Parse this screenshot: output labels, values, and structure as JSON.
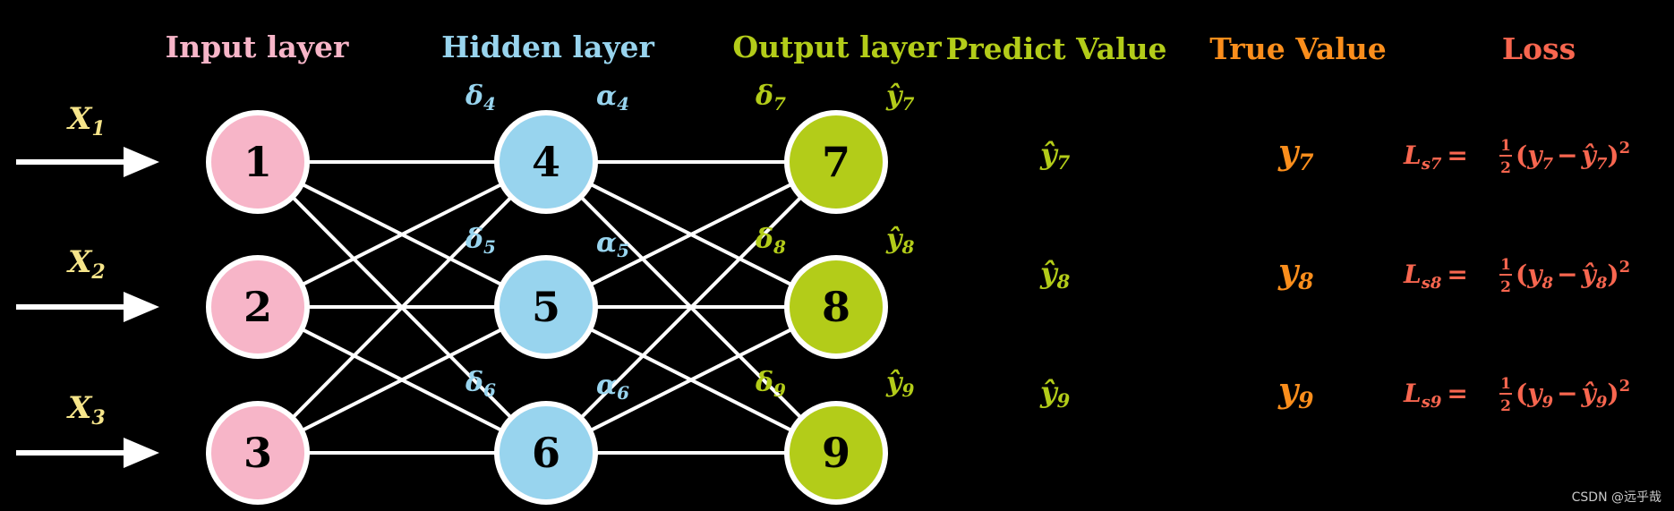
{
  "headers": {
    "input": "Input layer",
    "hidden": "Hidden layer",
    "output": "Output layer",
    "predict": "Predict Value",
    "true": "True Value",
    "loss": "Loss"
  },
  "inputs": [
    {
      "letter": "X",
      "sub": "1"
    },
    {
      "letter": "X",
      "sub": "2"
    },
    {
      "letter": "X",
      "sub": "3"
    }
  ],
  "input_nodes": [
    "1",
    "2",
    "3"
  ],
  "hidden_nodes": [
    "4",
    "5",
    "6"
  ],
  "output_nodes": [
    "7",
    "8",
    "9"
  ],
  "hidden_labels": [
    {
      "delta": "δ",
      "delta_sub": "4",
      "alpha": "α",
      "alpha_sub": "4"
    },
    {
      "delta": "δ",
      "delta_sub": "5",
      "alpha": "α",
      "alpha_sub": "5"
    },
    {
      "delta": "δ",
      "delta_sub": "6",
      "alpha": "α",
      "alpha_sub": "6"
    }
  ],
  "output_labels": [
    {
      "delta": "δ",
      "delta_sub": "7",
      "yhat": "ŷ",
      "yhat_sub": "7"
    },
    {
      "delta": "δ",
      "delta_sub": "8",
      "yhat": "ŷ",
      "yhat_sub": "8"
    },
    {
      "delta": "δ",
      "delta_sub": "9",
      "yhat": "ŷ",
      "yhat_sub": "9"
    }
  ],
  "predict_values": [
    {
      "sym": "ŷ",
      "sub": "7"
    },
    {
      "sym": "ŷ",
      "sub": "8"
    },
    {
      "sym": "ŷ",
      "sub": "9"
    }
  ],
  "true_values": [
    {
      "sym": "y",
      "sub": "7"
    },
    {
      "sym": "y",
      "sub": "8"
    },
    {
      "sym": "y",
      "sub": "9"
    }
  ],
  "losses": [
    {
      "L": "L",
      "Lsub": "s7",
      "eq": "=",
      "num": "1",
      "den": "2",
      "open": "(",
      "y": "y",
      "ysub": "7",
      "minus": "−",
      "yh": "ŷ",
      "yhsub": "7",
      "close": ")",
      "exp": "2"
    },
    {
      "L": "L",
      "Lsub": "s8",
      "eq": "=",
      "num": "1",
      "den": "2",
      "open": "(",
      "y": "y",
      "ysub": "8",
      "minus": "−",
      "yh": "ŷ",
      "yhsub": "8",
      "close": ")",
      "exp": "2"
    },
    {
      "L": "L",
      "Lsub": "s9",
      "eq": "=",
      "num": "1",
      "den": "2",
      "open": "(",
      "y": "y",
      "ysub": "9",
      "minus": "−",
      "yh": "ŷ",
      "yhsub": "9",
      "close": ")",
      "exp": "2"
    }
  ],
  "watermark": "CSDN @远乎哉",
  "colors": {
    "background": "#000000",
    "input": "#f7b5c8",
    "hidden": "#98d4ee",
    "output": "#b3cc19",
    "true": "#fb8e1c",
    "loss": "#f8664f",
    "xlabel": "#f6e58a",
    "edge": "#ffffff"
  }
}
